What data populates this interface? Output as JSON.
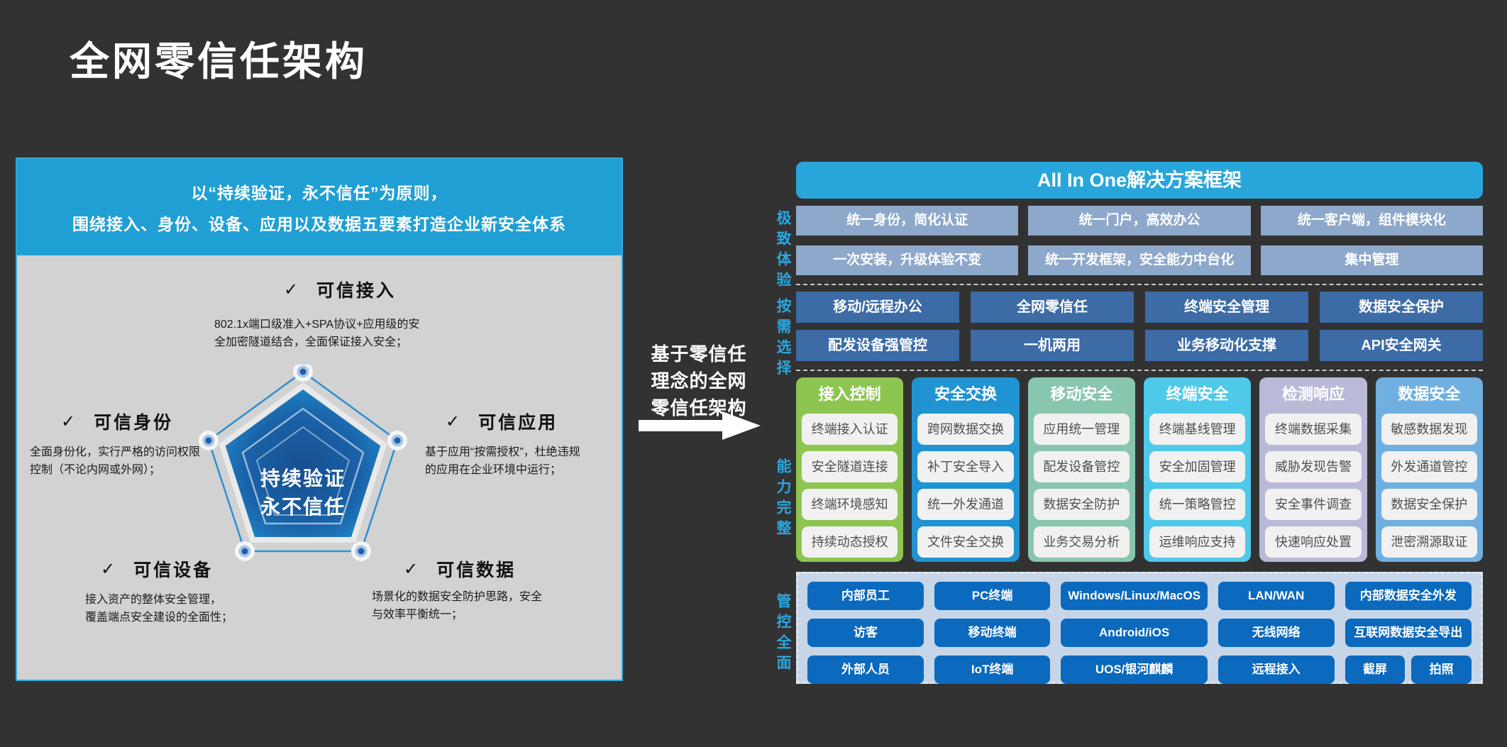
{
  "page": {
    "title": "全网零信任架构"
  },
  "left_panel": {
    "header_line1": "以“持续验证，永不信任”为原则，",
    "header_line2": "围绕接入、身份、设备、应用以及数据五要素打造企业新安全体系",
    "check": "✓",
    "center": {
      "line1": "持续验证",
      "line2": "永不信任"
    },
    "items": [
      {
        "label": "可信接入",
        "desc": "802.1x端口级准入+SPA协议+应用级的安\n全加密隧道结合，全面保证接入安全；"
      },
      {
        "label": "可信身份",
        "desc": "全面身份化，实行严格的访问权限\n控制（不论内网或外网）；"
      },
      {
        "label": "可信应用",
        "desc": "基于应用“按需授权”，杜绝违规\n的应用在企业环境中运行；"
      },
      {
        "label": "可信设备",
        "desc": "接入资产的整体安全管理，\n覆盖端点安全建设的全面性；"
      },
      {
        "label": "可信数据",
        "desc": "场景化的数据安全防护思路，安全\n与效率平衡统一；"
      }
    ]
  },
  "middle": {
    "caption": "基于零信任\n理念的全网\n零信任架构"
  },
  "right_panel": {
    "header": "All In One解决方案框架",
    "side_labels": [
      "极致体验",
      "按需选择",
      "能力完整",
      "管控全面"
    ],
    "experience_rows": [
      [
        "统一身份，简化认证",
        "统一门户，高效办公",
        "统一客户端，组件模块化"
      ],
      [
        "一次安装，升级体验不变",
        "统一开发框架，安全能力中台化",
        "集中管理"
      ]
    ],
    "ondemand_rows": [
      [
        "移动/远程办公",
        "全网零信任",
        "终端安全管理",
        "数据安全保护"
      ],
      [
        "配发设备强管控",
        "一机两用",
        "业务移动化支撑",
        "API安全网关"
      ]
    ],
    "capability_columns": [
      {
        "title": "接入控制",
        "color": "#8dc550",
        "items": [
          "终端接入认证",
          "安全隧道连接",
          "终端环境感知",
          "持续动态授权"
        ]
      },
      {
        "title": "安全交换",
        "color": "#2093d2",
        "items": [
          "跨网数据交换",
          "补丁安全导入",
          "统一外发通道",
          "文件安全交换"
        ]
      },
      {
        "title": "移动安全",
        "color": "#89c6ae",
        "items": [
          "应用统一管理",
          "配发设备管控",
          "数据安全防护",
          "业务交易分析"
        ]
      },
      {
        "title": "终端安全",
        "color": "#4fc9e9",
        "items": [
          "终端基线管理",
          "安全加固管理",
          "统一策略管控",
          "运维响应支持"
        ]
      },
      {
        "title": "检测响应",
        "color": "#b9bad7",
        "items": [
          "终端数据采集",
          "威胁发现告警",
          "安全事件调查",
          "快速响应处置"
        ]
      },
      {
        "title": "数据安全",
        "color": "#6fb0e0",
        "items": [
          "敏感数据发现",
          "外发通道管控",
          "数据安全保护",
          "泄密溯源取证"
        ]
      }
    ],
    "control_grid": [
      [
        "内部员工",
        "PC终端",
        "Windows/Linux/MacOS",
        "LAN/WAN",
        "内部数据安全外发"
      ],
      [
        "访客",
        "移动终端",
        "Android/iOS",
        "无线网络",
        "互联网数据安全导出"
      ],
      [
        "外部人员",
        "IoT终端",
        "UOS/银河麒麟",
        "远程接入",
        [
          "截屏",
          "拍照"
        ]
      ]
    ]
  },
  "colors": {
    "background": "#323232",
    "accent_blue": "#28a6db",
    "left_header_blue": "#209fd4",
    "panel_gray": "#d2d2d2",
    "experience_box": "#8da8ca",
    "ondemand_box": "#3c6ba6",
    "control_button": "#0b69be",
    "control_panel_bg": "#c6d6e8",
    "side_label": "#2aa7e1",
    "pentagon_edge": "#2397d6",
    "pentagon_center": "#174e8e"
  }
}
